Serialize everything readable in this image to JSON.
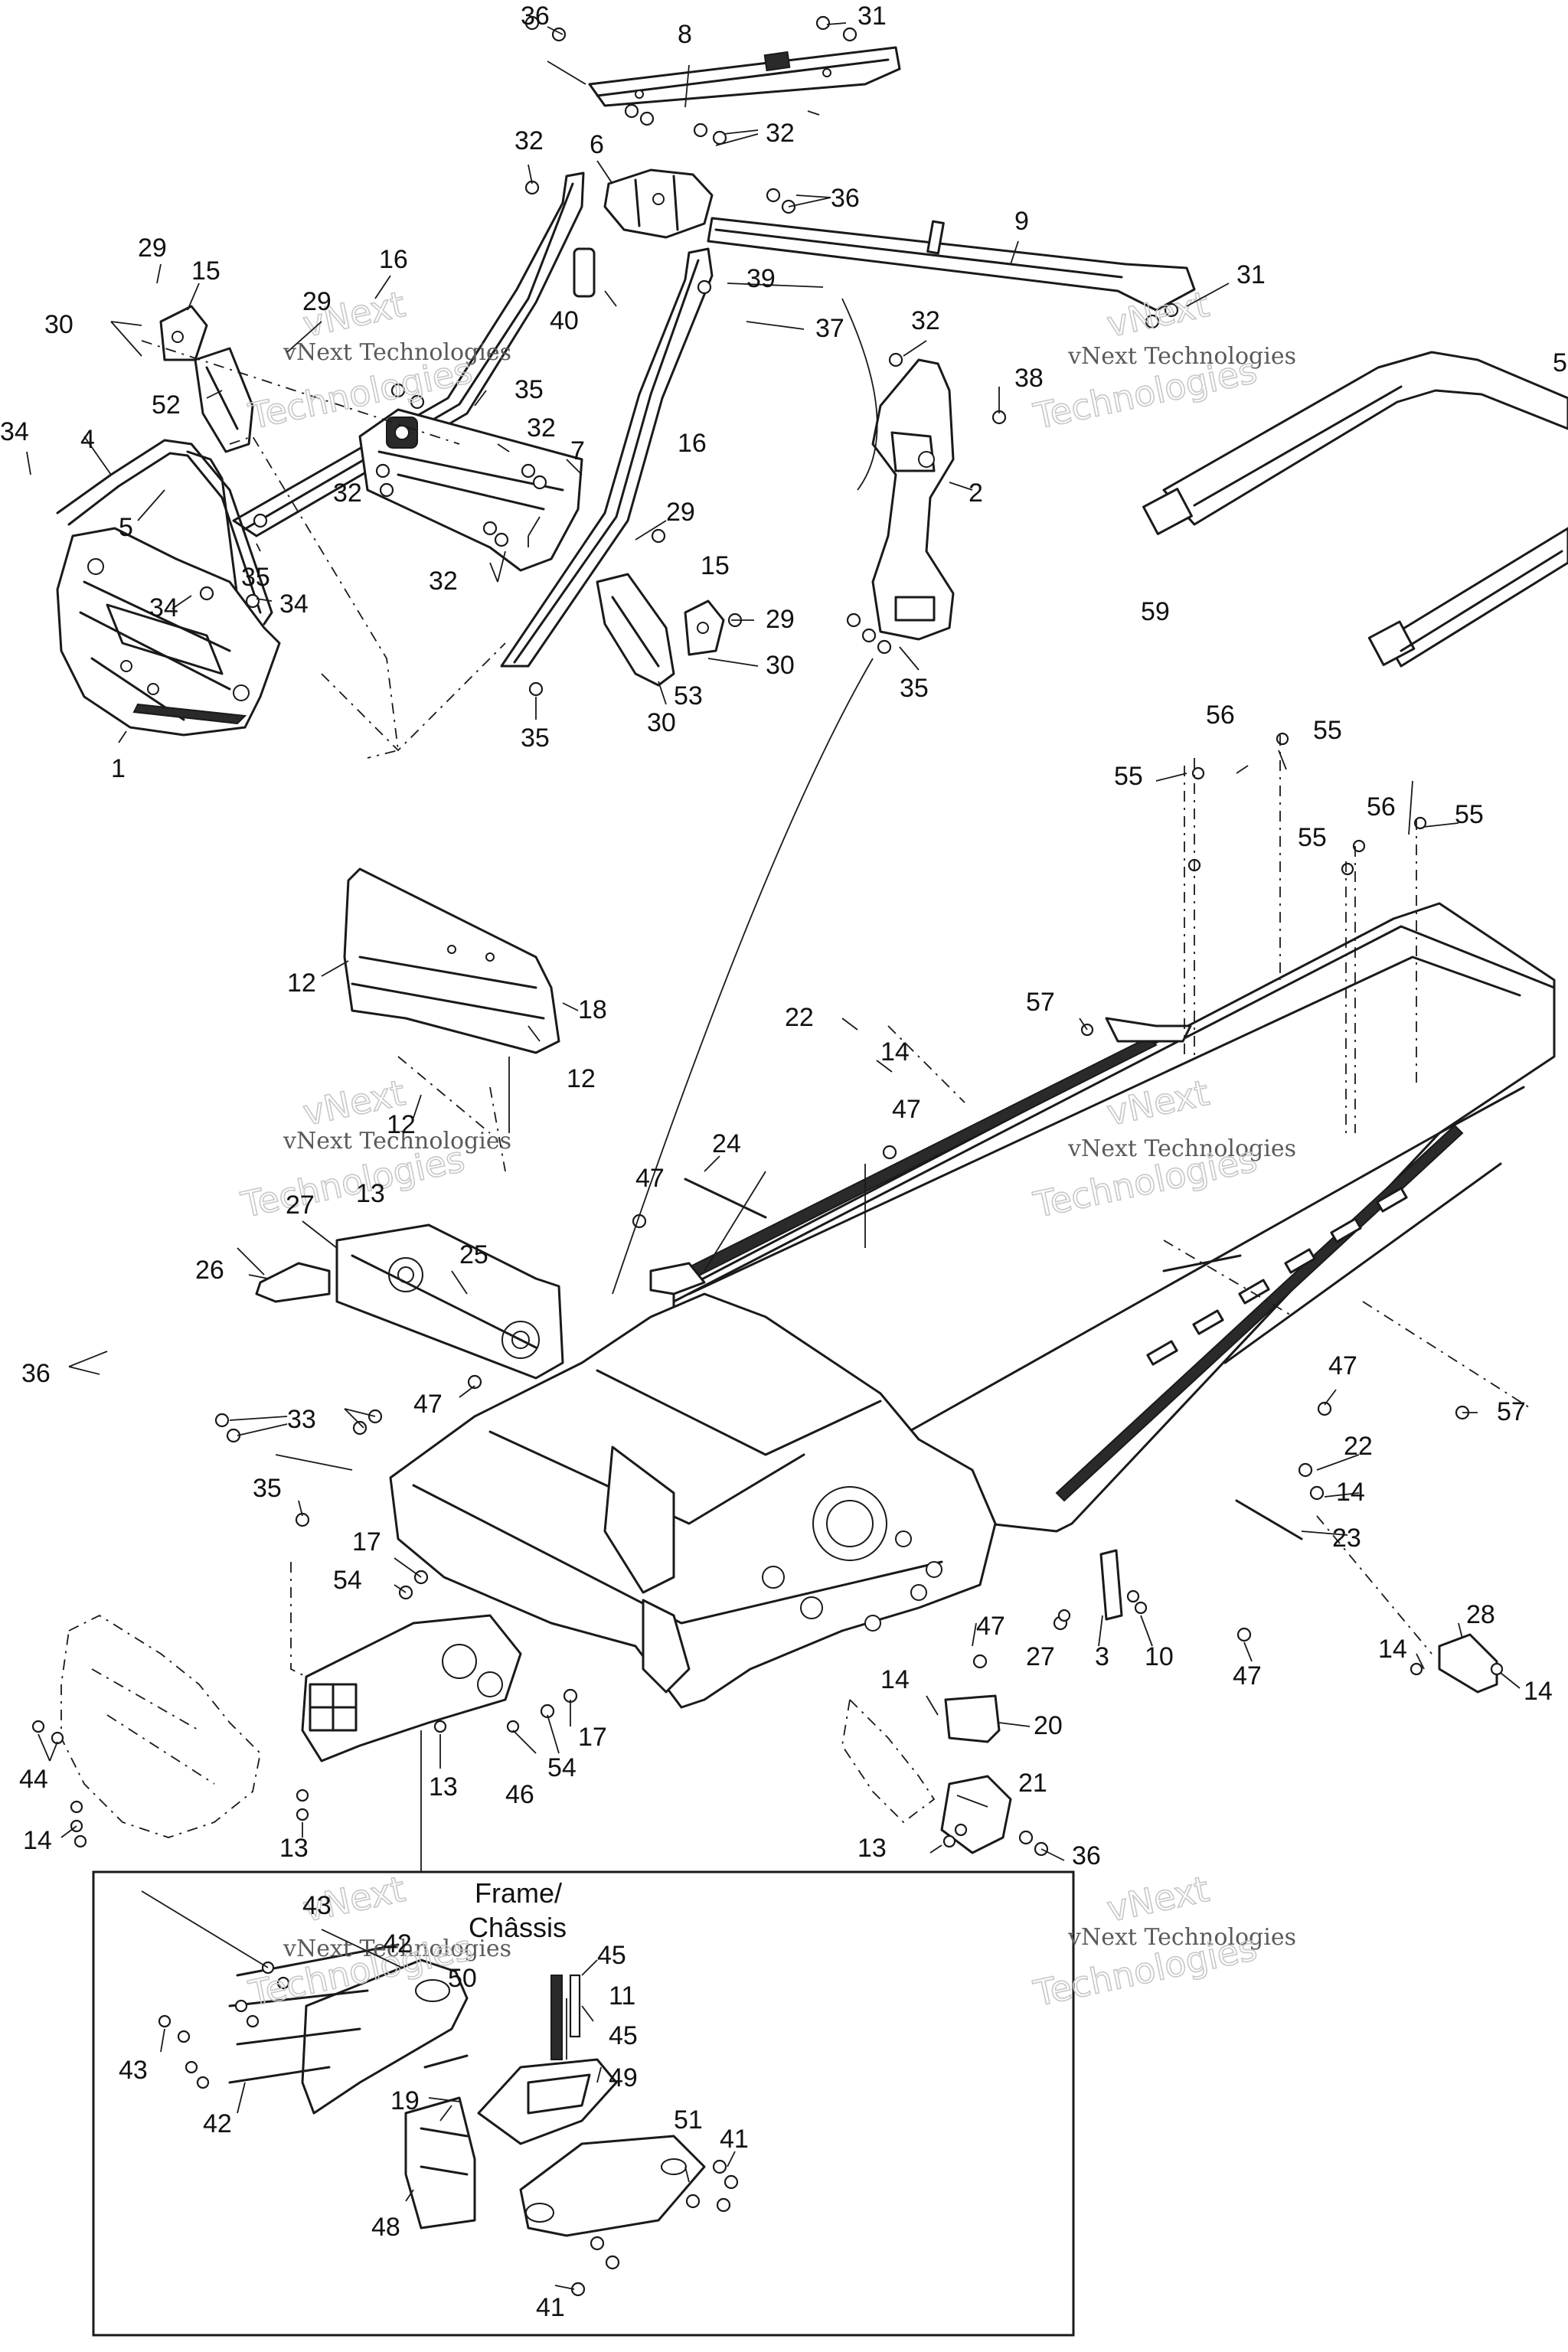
{
  "inset": {
    "title_line1": "Frame/",
    "title_line2": "Châssis"
  },
  "watermark": {
    "line1": "vNext",
    "line2": "vNext Technologies",
    "line3": "Technologies"
  },
  "callouts": {
    "c1": "1",
    "c2": "2",
    "c3": "3",
    "c4": "4",
    "c5": "5",
    "c6": "6",
    "c7": "7",
    "c8": "8",
    "c9": "9",
    "c10": "10",
    "c11": "11",
    "c12": "12",
    "c13": "13",
    "c14": "14",
    "c15": "15",
    "c16": "16",
    "c17": "17",
    "c18": "18",
    "c19": "19",
    "c20": "20",
    "c21": "21",
    "c22": "22",
    "c23": "23",
    "c24": "24",
    "c25": "25",
    "c26": "26",
    "c27": "27",
    "c28": "28",
    "c29": "29",
    "c30": "30",
    "c31": "31",
    "c32": "32",
    "c33": "33",
    "c34": "34",
    "c35": "35",
    "c36": "36",
    "c37": "37",
    "c38": "38",
    "c39": "39",
    "c40": "40",
    "c41": "41",
    "c42": "42",
    "c43": "43",
    "c44": "44",
    "c45": "45",
    "c46": "46",
    "c47": "47",
    "c48": "48",
    "c49": "49",
    "c50": "50",
    "c51": "51",
    "c52": "52",
    "c53": "53",
    "c54": "54",
    "c55": "55",
    "c56": "56",
    "c57": "57",
    "c58": "5",
    "c59": "59"
  }
}
